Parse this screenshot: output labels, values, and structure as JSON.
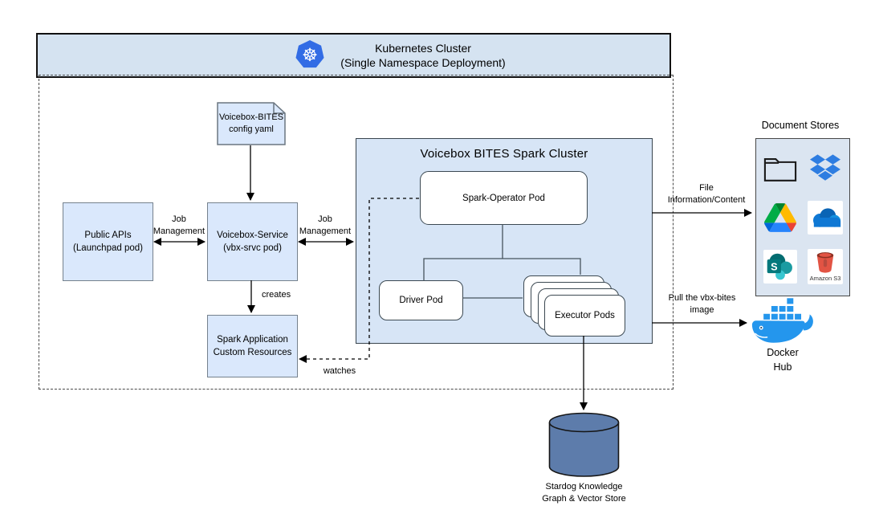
{
  "header": {
    "line1": "Kubernetes Cluster",
    "line2": "(Single Namespace Deployment)"
  },
  "nodes": {
    "config_yaml": {
      "line1": "Voicebox-BITES",
      "line2": "config yaml"
    },
    "public_apis": {
      "line1": "Public APIs",
      "line2": "(Launchpad pod)"
    },
    "voicebox_service": {
      "line1": "Voicebox-Service",
      "line2": "(vbx-srvc pod)"
    },
    "spark_app_cr": {
      "line1": "Spark Application",
      "line2": "Custom Resources"
    },
    "spark_cluster_title": "Voicebox BITES Spark Cluster",
    "spark_operator_pod": "Spark-Operator Pod",
    "driver_pod": "Driver Pod",
    "executor_pods": "Executor Pods",
    "document_stores_title": "Document Stores",
    "sharepoint_letter": "S",
    "amazon_s3_caption": "Amazon S3",
    "docker_hub": {
      "line1": "Docker",
      "line2": "Hub"
    },
    "stardog": {
      "line1": "Stardog Knowledge",
      "line2": "Graph & Vector Store"
    }
  },
  "edges": {
    "job_mgmt_left": {
      "line1": "Job",
      "line2": "Management"
    },
    "job_mgmt_right": {
      "line1": "Job",
      "line2": "Management"
    },
    "creates": "creates",
    "watches": "watches",
    "file_info": {
      "line1": "File",
      "line2": "Information/Content"
    },
    "pull_image": {
      "line1": "Pull the vbx-bites",
      "line2": "image"
    }
  },
  "icons": {
    "kubernetes": "kubernetes-icon",
    "note": "document-note-icon",
    "folder": "folder-icon",
    "dropbox": "dropbox-icon",
    "google_drive": "google-drive-icon",
    "onedrive": "onedrive-icon",
    "sharepoint": "sharepoint-icon",
    "amazon_s3": "amazon-s3-icon",
    "docker": "docker-whale-icon",
    "database": "database-cylinder-icon"
  },
  "colors": {
    "node_fill": "#dae8fc",
    "cluster_fill": "#d7e5f6",
    "header_fill": "#d5e3f1",
    "cylinder_fill": "#5d7cab",
    "kubernetes_blue": "#326ce5",
    "docker_blue": "#2496ed",
    "dropbox_blue": "#2e7de1"
  }
}
